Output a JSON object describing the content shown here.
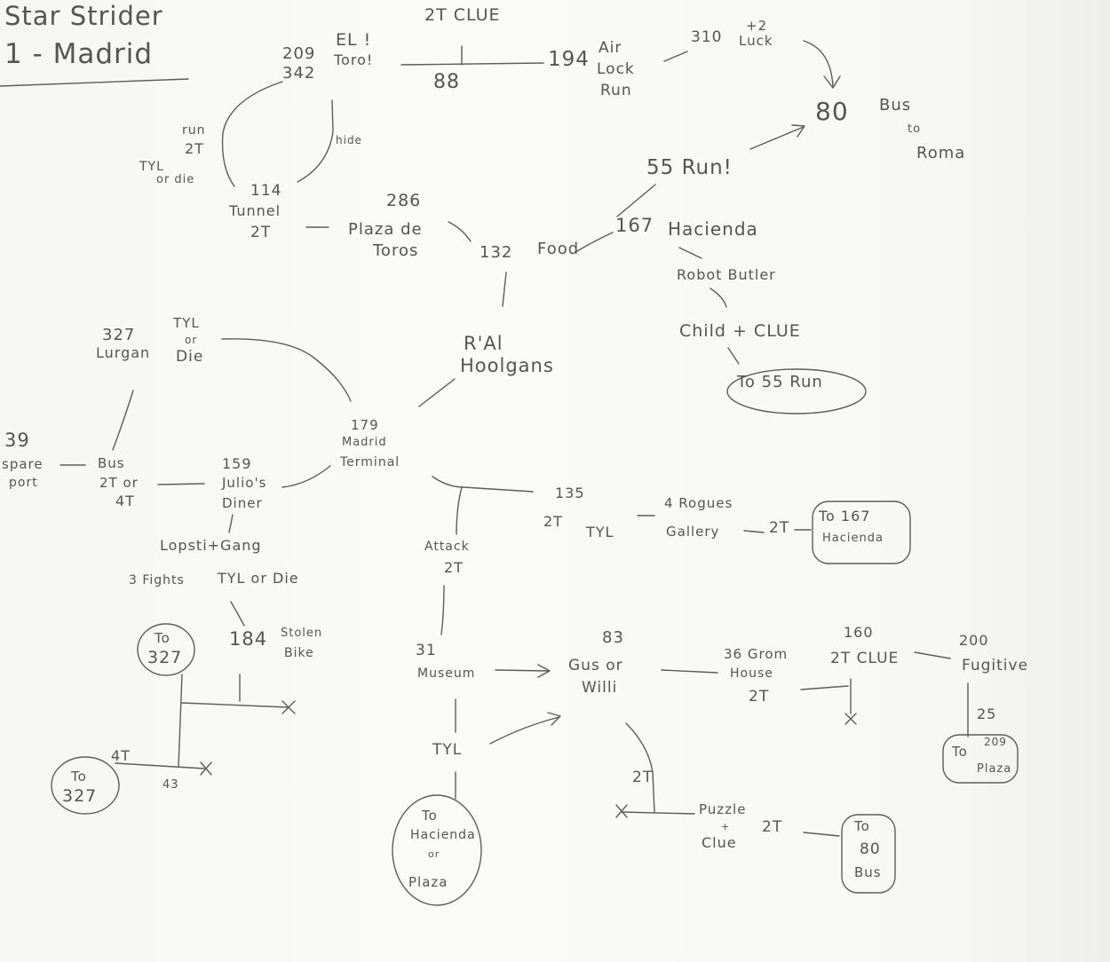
{
  "ink_color": "#555555",
  "paper_color": "#f8f8f6",
  "title": [
    "Star Strider",
    "1 - Madrid"
  ],
  "nodes": {
    "clue_top": [
      "2T CLUE"
    ],
    "n209": [
      "209",
      "342"
    ],
    "el_toro": [
      "EL !",
      "Toro!"
    ],
    "n88": [
      "88"
    ],
    "n194": [
      "194"
    ],
    "air_lock": [
      "Air",
      "Lock",
      "Run"
    ],
    "n310": [
      "310"
    ],
    "luck": [
      "+2",
      "Luck"
    ],
    "n80": [
      "80"
    ],
    "bus_roma": [
      "Bus",
      "to",
      "Roma"
    ],
    "run55": [
      "55 Run!"
    ],
    "run2t": [
      "run",
      "2T",
      "TYL",
      "or die"
    ],
    "hide": [
      "hide"
    ],
    "tunnel": [
      "114",
      "Tunnel",
      "2T"
    ],
    "plaza": [
      "286",
      "Plaza de",
      "Toros"
    ],
    "food": [
      "132",
      "Food"
    ],
    "hacienda": [
      "167",
      "Hacienda"
    ],
    "butler": [
      "Robot Butler"
    ],
    "child": [
      "Child + CLUE"
    ],
    "to55": [
      "To 55 Run"
    ],
    "hooligans": [
      "R'Al",
      "Hoolgans"
    ],
    "lurgan": [
      "327",
      "Lurgan"
    ],
    "tyl_die_1": [
      "TYL",
      "or",
      "Die"
    ],
    "terminal": [
      "179",
      "Madrid",
      "Terminal"
    ],
    "spareport": [
      "39",
      "spare",
      "port"
    ],
    "bus": [
      "Bus",
      "2T or",
      "4T"
    ],
    "julio": [
      "159",
      "Julio's",
      "Diner"
    ],
    "gang": [
      "Lopsti+Gang"
    ],
    "fights": [
      "3 Fights"
    ],
    "tyl_die_2": [
      "TYL or Die"
    ],
    "n184": [
      "184"
    ],
    "bike": [
      "Stolen",
      "Bike"
    ],
    "to327a": [
      "To",
      "327"
    ],
    "n4t": [
      "4T"
    ],
    "n43": [
      "43"
    ],
    "to327b": [
      "To",
      "327"
    ],
    "attack": [
      "Attack",
      "2T"
    ],
    "n135": [
      "135",
      "2T",
      "TYL"
    ],
    "rogues": [
      "4 Rogues",
      "Gallery"
    ],
    "rogues_2t": [
      "2T"
    ],
    "to167": [
      "To 167",
      "Hacienda"
    ],
    "museum": [
      "31",
      "Museum"
    ],
    "gus": [
      "83",
      "Gus or",
      "Willi"
    ],
    "grom": [
      "36 Grom",
      "House",
      "2T"
    ],
    "n160": [
      "160",
      "2T CLUE"
    ],
    "fugitive": [
      "200",
      "Fugitive"
    ],
    "n25": [
      "25"
    ],
    "to209": [
      "To",
      "209",
      "Plaza"
    ],
    "tyl_museum": [
      "TYL"
    ],
    "to_hp": [
      "To",
      "Hacienda",
      "or",
      "Plaza"
    ],
    "gus_2t": [
      "2T"
    ],
    "puzzle": [
      "Puzzle",
      "+",
      "Clue"
    ],
    "puzzle_2t": [
      "2T"
    ],
    "to80": [
      "To",
      "80",
      "Bus"
    ]
  }
}
